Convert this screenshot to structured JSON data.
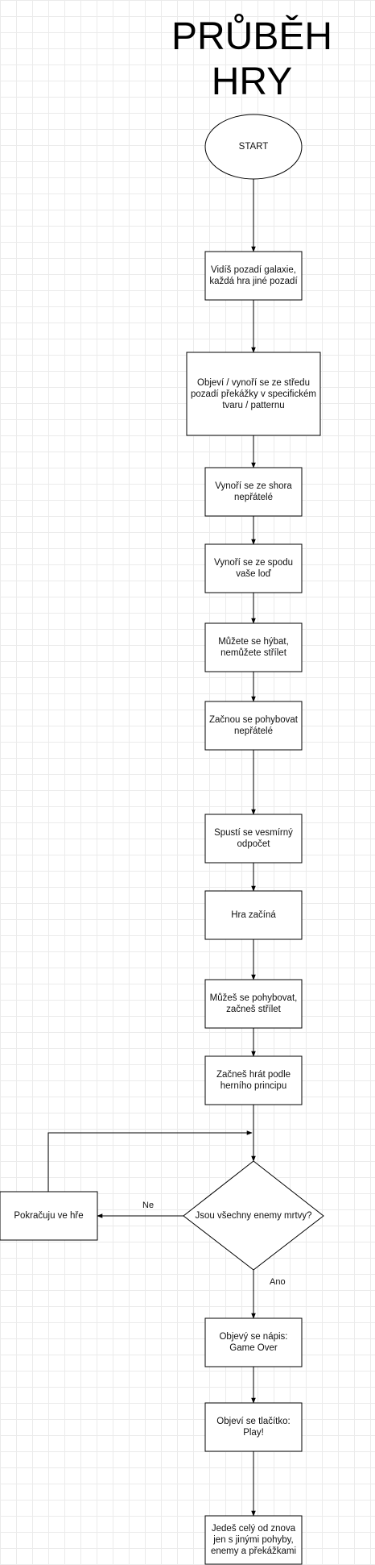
{
  "title_lines": [
    "PRŮBĚH",
    "HRY"
  ],
  "nodes": {
    "start": "START",
    "n1": "Vidíš pozadí galaxie, každá hra jiné pozadí",
    "n2": "Objeví / vynoří se ze středu pozadí překážky v specifickém tvaru / patternu",
    "n3": "Vynoří se ze shora nepřátelé",
    "n4": "Vynoří se ze spodu vaše loď",
    "n5": "Můžete se hýbat, nemůžete střílet",
    "n6": "Začnou se pohybovat nepřátelé",
    "n7": "Spustí se vesmírný odpočet",
    "n8": "Hra začíná",
    "n9": "Můžeš se pohybovat, začneš střílet",
    "n10": "Začneš hrát podle herního principu",
    "decision": "Jsou všechny enemy mrtvy?",
    "continue": "Pokračuju ve hře",
    "n11": "Objevý se nápis: Game Over",
    "n12": "Objeví se tlačítko: Play!",
    "n13": "Jedeš celý od znova jen s jinými pohyby, enemy a překážkami"
  },
  "edge_labels": {
    "no": "Ne",
    "yes": "Ano"
  },
  "colors": {
    "stroke": "#000000",
    "fill": "#ffffff",
    "grid": "#ebebeb"
  }
}
